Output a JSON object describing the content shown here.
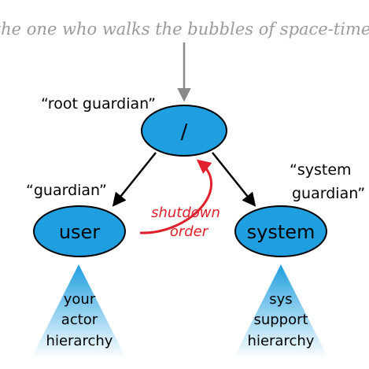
{
  "quote": "“the one who walks the bubbles of space-time”",
  "nodes": {
    "root": {
      "text": "/",
      "label": "“root guardian”"
    },
    "user": {
      "text": "user",
      "label": "“guardian”"
    },
    "system": {
      "text": "system",
      "label_line1": "“system",
      "label_line2": "guardian”"
    }
  },
  "shutdown": {
    "line1": "shutdown",
    "line2": "order"
  },
  "hierarchies": {
    "user": {
      "line1": "your",
      "line2": "actor",
      "line3": "hierarchy"
    },
    "system": {
      "line1": "sys",
      "line2": "support",
      "line3": "hierarchy"
    }
  },
  "colors": {
    "node_fill": "#1f9ee0",
    "node_stroke": "#000000",
    "shutdown_red": "#e0202a",
    "quote_gray": "#9a9a9a",
    "triangle_top": "#1f9ee0",
    "triangle_bottom": "#ffffff"
  }
}
